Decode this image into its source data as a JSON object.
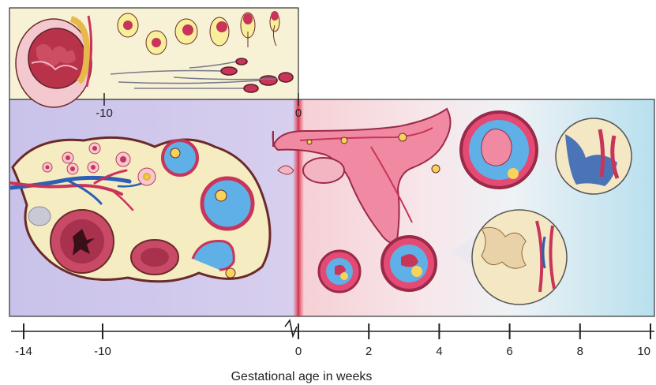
{
  "figure": {
    "inset_axis_labels": [
      "-10",
      "0"
    ],
    "timeline": {
      "ticks": [
        -14,
        -10,
        0,
        2,
        4,
        6,
        8,
        10
      ],
      "tick_labels": [
        "-14",
        "-10",
        "0",
        "2",
        "4",
        "6",
        "8",
        "10"
      ],
      "title": "Gestational age in weeks"
    },
    "colors": {
      "left_panel": "#cfc6e8",
      "right_panel_start": "#f6d3d6",
      "right_panel_end": "#bfe2ee",
      "ovary_fill": "#f5ecc2",
      "ovary_outline": "#6b2a2a",
      "tissue_red": "#c8345a",
      "vessel_blue": "#2d5fb4",
      "amnion_blue": "#5fb0e6",
      "yolk": "#f2d24a",
      "fertilization_line": "#e0304a"
    }
  }
}
